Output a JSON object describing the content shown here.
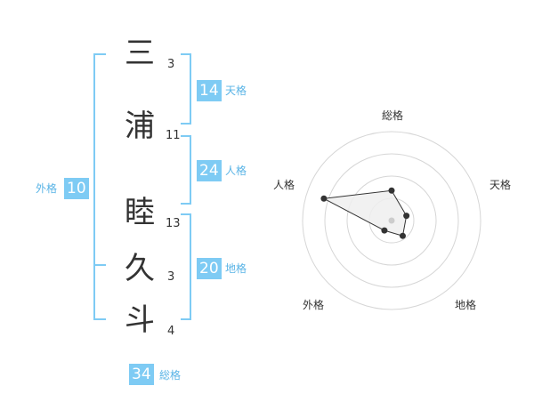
{
  "name": {
    "chars": [
      {
        "char": "三",
        "strokes": "3"
      },
      {
        "char": "浦",
        "strokes": "11"
      },
      {
        "char": "睦",
        "strokes": "13"
      },
      {
        "char": "久",
        "strokes": "3"
      },
      {
        "char": "斗",
        "strokes": "4"
      }
    ]
  },
  "kakusu": {
    "tenkaku": {
      "value": "14",
      "label": "天格"
    },
    "jinkaku": {
      "value": "24",
      "label": "人格"
    },
    "chikaku": {
      "value": "20",
      "label": "地格"
    },
    "gaikaku": {
      "value": "10",
      "label": "外格"
    },
    "soukaku": {
      "value": "34",
      "label": "総格"
    }
  },
  "colors": {
    "accent": "#7ecbf4",
    "accent_text": "#5ab4e6",
    "text": "#333333"
  },
  "chart_data": {
    "type": "radar",
    "axes": [
      "総格",
      "天格",
      "地格",
      "外格",
      "人格"
    ],
    "rings": 4,
    "values": [
      1.35,
      0.7,
      0.85,
      0.55,
      3.2
    ],
    "max": 4,
    "fill": "#efefef",
    "stroke": "#333333"
  }
}
